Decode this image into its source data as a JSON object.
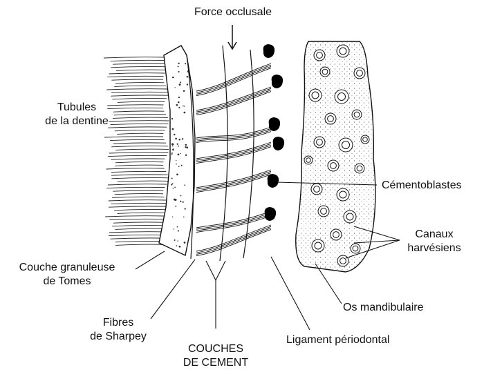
{
  "labels": {
    "force_occlusale": "Force occlusale",
    "tubules_line1": "Tubules",
    "tubules_line2": "de la dentine",
    "cementoblastes": "Cémentoblastes",
    "canaux_line1": "Canaux",
    "canaux_line2": "harvésiens",
    "couche_line1": "Couche granuleuse",
    "couche_line2": "de Tomes",
    "os_mandibulaire": "Os mandibulaire",
    "fibres_line1": "Fibres",
    "fibres_line2": "de Sharpey",
    "couches_line1": "COUCHES",
    "couches_line2": "DE CEMENT",
    "ligament": "Ligament périodontal"
  },
  "colors": {
    "ink": "#111111",
    "background": "#ffffff",
    "bone_fill": "#e9e9e9"
  }
}
